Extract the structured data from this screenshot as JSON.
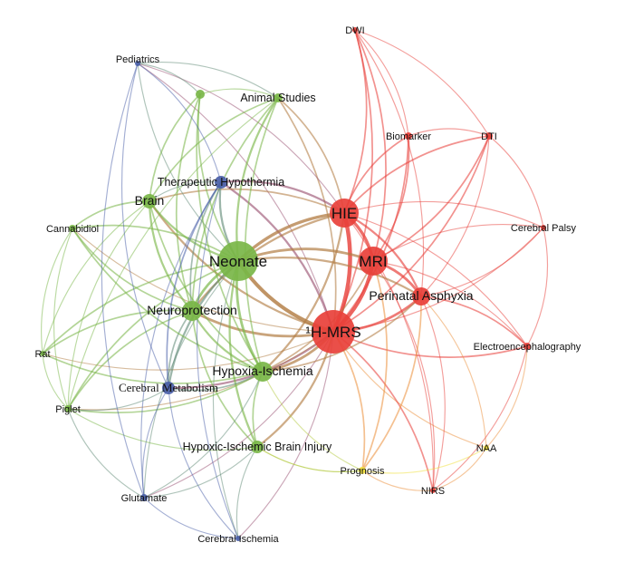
{
  "colors": {
    "red": "#e8403a",
    "green": "#7ab648",
    "blue": "#4a60a8",
    "yellow": "#f0e03c"
  },
  "nodes": [
    {
      "id": "hmrs",
      "label": "¹H-MRS",
      "cluster": "red",
      "weight": 10
    },
    {
      "id": "neonate",
      "label": "Neonate",
      "cluster": "green",
      "weight": 10
    },
    {
      "id": "hie",
      "label": "HIE",
      "cluster": "red",
      "weight": 8
    },
    {
      "id": "mri",
      "label": "MRI",
      "cluster": "red",
      "weight": 8
    },
    {
      "id": "perinatal",
      "label": "Perinatal Asphyxia",
      "cluster": "red",
      "weight": 6
    },
    {
      "id": "neuroprotection",
      "label": "Neuroprotection",
      "cluster": "green",
      "weight": 7
    },
    {
      "id": "hypoxia",
      "label": "Hypoxia-Ischemia",
      "cluster": "green",
      "weight": 7
    },
    {
      "id": "brain",
      "label": "Brain",
      "cluster": "green",
      "weight": 5
    },
    {
      "id": "therapeutic",
      "label": "Therapeutic Hypothermia",
      "cluster": "blue",
      "weight": 4
    },
    {
      "id": "cerebralmetabolism",
      "label": "Cerebral Metabolism",
      "cluster": "blue",
      "weight": 5
    },
    {
      "id": "hypoxicbrain",
      "label": "Hypoxic-Ischemic Brain Injury",
      "cluster": "green",
      "weight": 4
    },
    {
      "id": "animal",
      "label": "Animal Studies",
      "cluster": "green",
      "weight": 3
    },
    {
      "id": "unlabeled",
      "label": "",
      "cluster": "green",
      "weight": 3
    },
    {
      "id": "pediatrics",
      "label": "Pediatrics",
      "cluster": "blue",
      "weight": 2
    },
    {
      "id": "cannabidiol",
      "label": "Cannabidiol",
      "cluster": "green",
      "weight": 2
    },
    {
      "id": "rat",
      "label": "Rat",
      "cluster": "green",
      "weight": 2
    },
    {
      "id": "piglet",
      "label": "Piglet",
      "cluster": "green",
      "weight": 2
    },
    {
      "id": "glutamate",
      "label": "Glutamate",
      "cluster": "blue",
      "weight": 2
    },
    {
      "id": "cerebralischemia",
      "label": "Cerebral Ischemia",
      "cluster": "blue",
      "weight": 2
    },
    {
      "id": "dwi",
      "label": "DWI",
      "cluster": "red",
      "weight": 2
    },
    {
      "id": "biomarker",
      "label": "Biomarker",
      "cluster": "red",
      "weight": 2
    },
    {
      "id": "dti",
      "label": "DTI",
      "cluster": "red",
      "weight": 2
    },
    {
      "id": "cerebralpalsy",
      "label": "Cerebral Palsy",
      "cluster": "red",
      "weight": 2
    },
    {
      "id": "eeg",
      "label": "Electroencephalography",
      "cluster": "red",
      "weight": 2
    },
    {
      "id": "naa",
      "label": "NAA",
      "cluster": "yellow",
      "weight": 2
    },
    {
      "id": "nirs",
      "label": "NIRS",
      "cluster": "red",
      "weight": 2
    },
    {
      "id": "prognosis",
      "label": "Prognosis",
      "cluster": "yellow",
      "weight": 2
    }
  ],
  "edges": [
    [
      "hmrs",
      "neonate",
      6
    ],
    [
      "hmrs",
      "hie",
      7
    ],
    [
      "hmrs",
      "mri",
      6
    ],
    [
      "hmrs",
      "perinatal",
      4
    ],
    [
      "hmrs",
      "neuroprotection",
      4
    ],
    [
      "hmrs",
      "hypoxia",
      4
    ],
    [
      "hmrs",
      "brain",
      3
    ],
    [
      "hmrs",
      "therapeutic",
      3
    ],
    [
      "hmrs",
      "cerebralmetabolism",
      3
    ],
    [
      "hmrs",
      "hypoxicbrain",
      3
    ],
    [
      "hmrs",
      "dwi",
      2
    ],
    [
      "hmrs",
      "biomarker",
      2
    ],
    [
      "hmrs",
      "dti",
      2
    ],
    [
      "hmrs",
      "cerebralpalsy",
      1
    ],
    [
      "hmrs",
      "eeg",
      2
    ],
    [
      "hmrs",
      "naa",
      1
    ],
    [
      "hmrs",
      "nirs",
      2
    ],
    [
      "hmrs",
      "prognosis",
      2
    ],
    [
      "hmrs",
      "animal",
      2
    ],
    [
      "hmrs",
      "piglet",
      1
    ],
    [
      "hmrs",
      "glutamate",
      1
    ],
    [
      "hmrs",
      "cerebralischemia",
      1
    ],
    [
      "hmrs",
      "pediatrics",
      1
    ],
    [
      "hmrs",
      "rat",
      1
    ],
    [
      "hmrs",
      "cannabidiol",
      1
    ],
    [
      "hie",
      "mri",
      5
    ],
    [
      "hie",
      "neonate",
      5
    ],
    [
      "hie",
      "perinatal",
      3
    ],
    [
      "hie",
      "dwi",
      2
    ],
    [
      "hie",
      "biomarker",
      2
    ],
    [
      "hie",
      "dti",
      2
    ],
    [
      "hie",
      "hypoxia",
      3
    ],
    [
      "hie",
      "neuroprotection",
      3
    ],
    [
      "hie",
      "therapeutic",
      3
    ],
    [
      "hie",
      "brain",
      2
    ],
    [
      "hie",
      "eeg",
      1
    ],
    [
      "hie",
      "cerebralpalsy",
      1
    ],
    [
      "hie",
      "nirs",
      1
    ],
    [
      "hie",
      "animal",
      2
    ],
    [
      "hie",
      "pediatrics",
      1
    ],
    [
      "mri",
      "neonate",
      4
    ],
    [
      "mri",
      "perinatal",
      4
    ],
    [
      "mri",
      "dwi",
      2
    ],
    [
      "mri",
      "dti",
      2
    ],
    [
      "mri",
      "biomarker",
      2
    ],
    [
      "mri",
      "cerebralpalsy",
      1
    ],
    [
      "mri",
      "eeg",
      1
    ],
    [
      "mri",
      "prognosis",
      2
    ],
    [
      "mri",
      "hypoxia",
      2
    ],
    [
      "mri",
      "nirs",
      1
    ],
    [
      "perinatal",
      "neonate",
      3
    ],
    [
      "perinatal",
      "eeg",
      2
    ],
    [
      "perinatal",
      "cerebralpalsy",
      1
    ],
    [
      "perinatal",
      "nirs",
      1
    ],
    [
      "perinatal",
      "prognosis",
      2
    ],
    [
      "perinatal",
      "hypoxia",
      2
    ],
    [
      "perinatal",
      "dwi",
      1
    ],
    [
      "perinatal",
      "dti",
      1
    ],
    [
      "perinatal",
      "naa",
      1
    ],
    [
      "neonate",
      "neuroprotection",
      4
    ],
    [
      "neonate",
      "hypoxia",
      4
    ],
    [
      "neonate",
      "brain",
      3
    ],
    [
      "neonate",
      "therapeutic",
      3
    ],
    [
      "neonate",
      "animal",
      3
    ],
    [
      "neonate",
      "cerebralmetabolism",
      3
    ],
    [
      "neonate",
      "hypoxicbrain",
      3
    ],
    [
      "neonate",
      "cannabidiol",
      2
    ],
    [
      "neonate",
      "piglet",
      2
    ],
    [
      "neonate",
      "rat",
      2
    ],
    [
      "neonate",
      "glutamate",
      1
    ],
    [
      "neonate",
      "cerebralischemia",
      1
    ],
    [
      "neonate",
      "unlabeled",
      2
    ],
    [
      "neonate",
      "pediatrics",
      1
    ],
    [
      "neuroprotection",
      "hypoxia",
      3
    ],
    [
      "neuroprotection",
      "brain",
      3
    ],
    [
      "neuroprotection",
      "therapeutic",
      2
    ],
    [
      "neuroprotection",
      "cannabidiol",
      2
    ],
    [
      "neuroprotection",
      "piglet",
      2
    ],
    [
      "neuroprotection",
      "rat",
      2
    ],
    [
      "neuroprotection",
      "animal",
      2
    ],
    [
      "neuroprotection",
      "unlabeled",
      2
    ],
    [
      "neuroprotection",
      "cerebralmetabolism",
      2
    ],
    [
      "neuroprotection",
      "hypoxicbrain",
      2
    ],
    [
      "hypoxia",
      "brain",
      2
    ],
    [
      "hypoxia",
      "piglet",
      2
    ],
    [
      "hypoxia",
      "rat",
      2
    ],
    [
      "hypoxia",
      "cerebralmetabolism",
      2
    ],
    [
      "hypoxia",
      "hypoxicbrain",
      2
    ],
    [
      "hypoxia",
      "animal",
      2
    ],
    [
      "hypoxia",
      "cannabidiol",
      2
    ],
    [
      "hypoxia",
      "unlabeled",
      2
    ],
    [
      "hypoxia",
      "glutamate",
      1
    ],
    [
      "hypoxia",
      "prognosis",
      1
    ],
    [
      "brain",
      "animal",
      2
    ],
    [
      "brain",
      "cannabidiol",
      2
    ],
    [
      "brain",
      "unlabeled",
      2
    ],
    [
      "brain",
      "rat",
      1
    ],
    [
      "brain",
      "piglet",
      1
    ],
    [
      "therapeutic",
      "pediatrics",
      1
    ],
    [
      "therapeutic",
      "cerebralmetabolism",
      2
    ],
    [
      "therapeutic",
      "glutamate",
      1
    ],
    [
      "therapeutic",
      "cerebralischemia",
      1
    ],
    [
      "therapeutic",
      "brain",
      1
    ],
    [
      "cerebralmetabolism",
      "glutamate",
      1
    ],
    [
      "cerebralmetabolism",
      "cerebralischemia",
      1
    ],
    [
      "cerebralmetabolism",
      "pediatrics",
      1
    ],
    [
      "cerebralmetabolism",
      "piglet",
      1
    ],
    [
      "hypoxicbrain",
      "glutamate",
      1
    ],
    [
      "hypoxicbrain",
      "cerebralischemia",
      1
    ],
    [
      "hypoxicbrain",
      "piglet",
      1
    ],
    [
      "hypoxicbrain",
      "prognosis",
      1
    ],
    [
      "animal",
      "unlabeled",
      1
    ],
    [
      "animal",
      "pediatrics",
      1
    ],
    [
      "animal",
      "piglet",
      1
    ],
    [
      "pediatrics",
      "unlabeled",
      1
    ],
    [
      "pediatrics",
      "glutamate",
      1
    ],
    [
      "cannabidiol",
      "rat",
      1
    ],
    [
      "cannabidiol",
      "piglet",
      1
    ],
    [
      "rat",
      "piglet",
      1
    ],
    [
      "piglet",
      "glutamate",
      1
    ],
    [
      "glutamate",
      "cerebralischemia",
      1
    ],
    [
      "dwi",
      "dti",
      1
    ],
    [
      "dwi",
      "biomarker",
      1
    ],
    [
      "dti",
      "biomarker",
      1
    ],
    [
      "dti",
      "cerebralpalsy",
      1
    ],
    [
      "eeg",
      "naa",
      1
    ],
    [
      "eeg",
      "nirs",
      1
    ],
    [
      "eeg",
      "cerebralpalsy",
      1
    ],
    [
      "nirs",
      "prognosis",
      1
    ],
    [
      "naa",
      "prognosis",
      1
    ],
    [
      "naa",
      "nirs",
      1
    ],
    [
      "prognosis",
      "hypoxicbrain",
      1
    ]
  ]
}
